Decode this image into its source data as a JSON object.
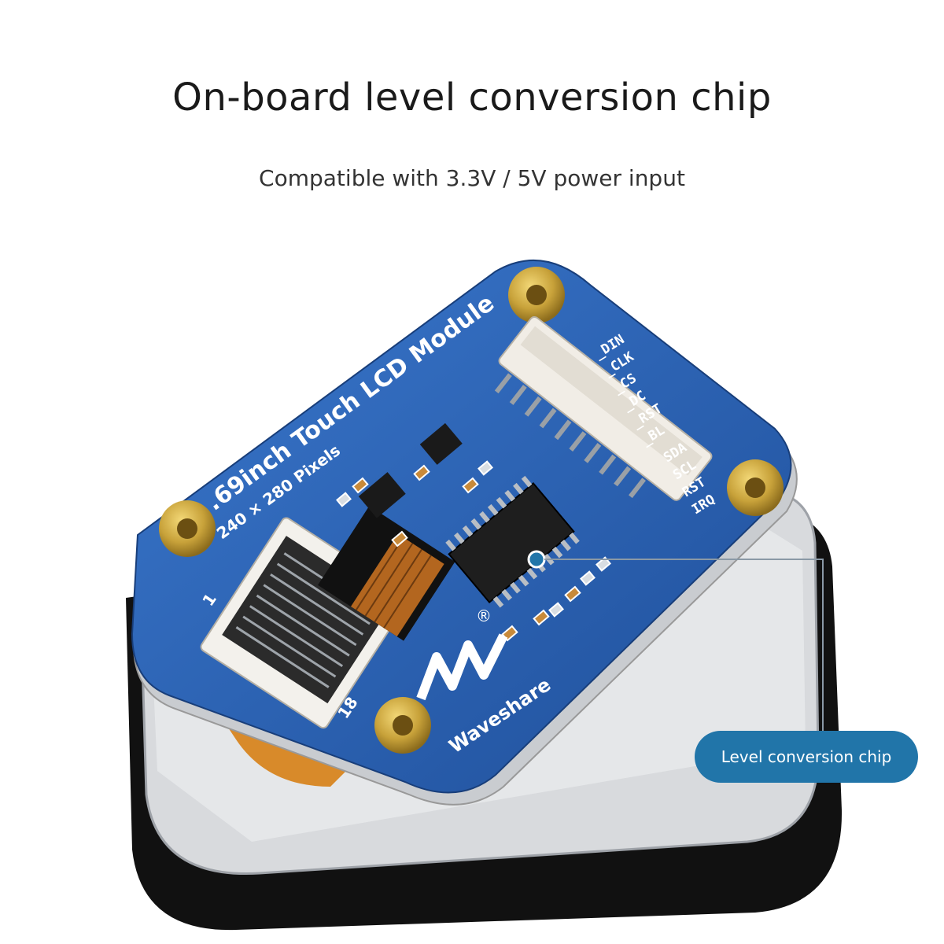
{
  "heading": {
    "title": "On-board level conversion chip",
    "subtitle": "Compatible with 3.3V / 5V power input"
  },
  "module": {
    "name_line1": ".69inch Touch LCD Module",
    "name_line2": "240 × 280 Pixels",
    "brand": "Waveshare",
    "registered_mark": "®",
    "pin_labels": [
      "_DIN",
      "_CLK",
      "_CS",
      "_DC",
      "_RST",
      "_BL",
      "SDA",
      "SCL",
      "RST",
      "IRQ"
    ],
    "connector_pin_first": "1",
    "connector_pin_last": "18"
  },
  "callout": {
    "label": "Level conversion chip"
  },
  "colors": {
    "pcb_blue": "#2a5fb0",
    "callout_blue": "#2175a9",
    "standoff_brass": "#c8a23a"
  }
}
